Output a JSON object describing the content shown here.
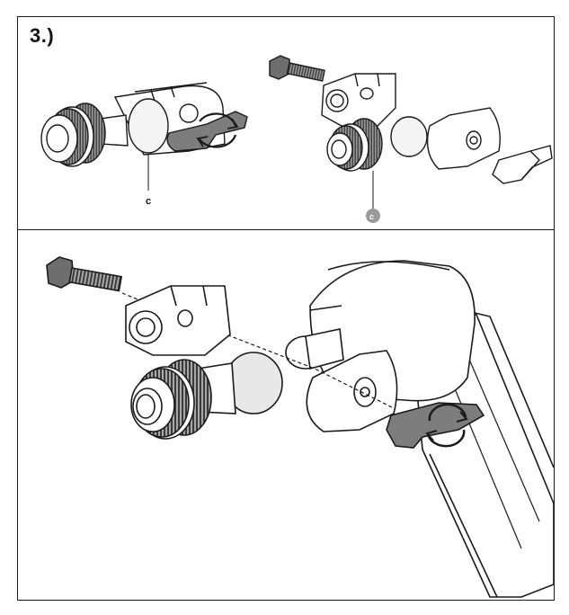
{
  "step_label": "3.)",
  "callout_top_left": "c",
  "callout_top_right": "c",
  "colors": {
    "line": "#1a1a1a",
    "knob": "#7d7d7d",
    "ring": "#2b2b2b",
    "ball": "#e8e8e8",
    "callout_badge": "#9a9a9a"
  },
  "icons": {
    "rotate": "rotate-arrows-icon",
    "bolt": "bolt-icon"
  }
}
